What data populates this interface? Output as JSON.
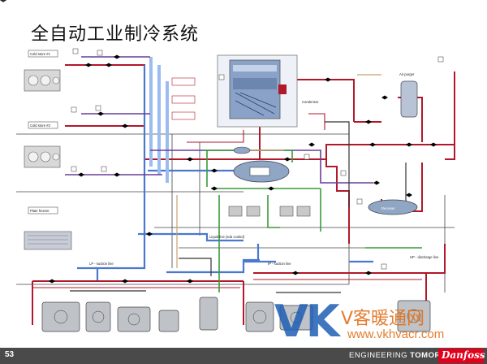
{
  "slide": {
    "title": "全自动工业制冷系统",
    "page_number": "53"
  },
  "footer": {
    "tagline_prefix": "ENGINEERING ",
    "tagline_bold": "TOMORROW",
    "brand": "Danfoss"
  },
  "watermark": {
    "mark": "VK",
    "name": "V客暖通网",
    "url": "www.vkhvacr.com"
  },
  "labels": {
    "cold_store_1": "Cold store #1",
    "cold_store_2": "Cold store #2",
    "plate_freezer": "Plate freezer",
    "condenser": "Condenser",
    "air_purger": "Air purger",
    "receiver": "Receiver",
    "lp_suction_line": "LP - suction line",
    "ip_suction_line": "IP - suction line",
    "liquid_line": "Liquid line (sub cooled)",
    "hp_discharge_line": "HP - discharge line"
  },
  "colors": {
    "discharge": "#b2182b",
    "suction": "#4a78d0",
    "suction_light": "#9bbcf0",
    "liquid": "#6a3d9a",
    "green": "#3a9a3a",
    "oil": "#333333",
    "tan": "#c8a070",
    "vessel": "#8fa6c4",
    "footer": "#4a4a4a",
    "brand_red": "#e2001a",
    "watermark_blue": "#1f5fb4",
    "watermark_orange": "#e0701a"
  }
}
